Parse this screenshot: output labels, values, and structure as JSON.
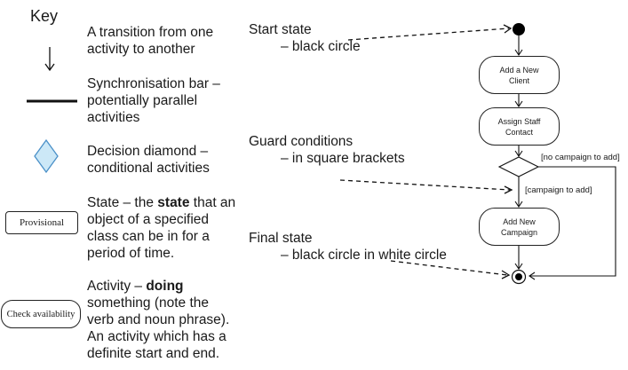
{
  "key": {
    "title": "Key",
    "transition": {
      "line1": "A transition from one",
      "line2": "activity to another"
    },
    "sync_bar": {
      "line1": "Synchronisation bar –",
      "line2": "potentially parallel",
      "line3": "activities"
    },
    "decision": {
      "line1": "Decision diamond –",
      "line2": "conditional activities"
    },
    "state": {
      "box_label": "Provisional",
      "line1_pre": "State – the ",
      "line1_bold": "state",
      "line1_post": " that an",
      "line2": "object of a specified",
      "line3": "class can be in for a",
      "line4": "period of time."
    },
    "activity": {
      "box_label": "Check availability",
      "line1_pre": "Activity – ",
      "line1_bold": "doing",
      "line2": "something (note the",
      "line3": "verb and noun phrase).",
      "line4": "An activity which has a",
      "line5": "definite start and end."
    }
  },
  "annotations": {
    "start": {
      "title": "Start state",
      "detail": "–   black circle"
    },
    "guard": {
      "title": "Guard conditions",
      "detail": "–   in square brackets"
    },
    "final": {
      "title": "Final state",
      "detail": "–   black circle in white circle"
    }
  },
  "diagram": {
    "activities": {
      "add_client": {
        "line1": "Add a New",
        "line2": "Client"
      },
      "assign_staff": {
        "line1": "Assign Staff",
        "line2": "Contact"
      },
      "add_campaign": {
        "line1": "Add New",
        "line2": "Campaign"
      }
    },
    "guards": {
      "no_campaign": "[no campaign to add]",
      "campaign": "[campaign to add]"
    }
  },
  "colors": {
    "decision_fill": "#cce8f7",
    "decision_stroke": "#4a90c8",
    "ink": "#1a1a1a"
  }
}
